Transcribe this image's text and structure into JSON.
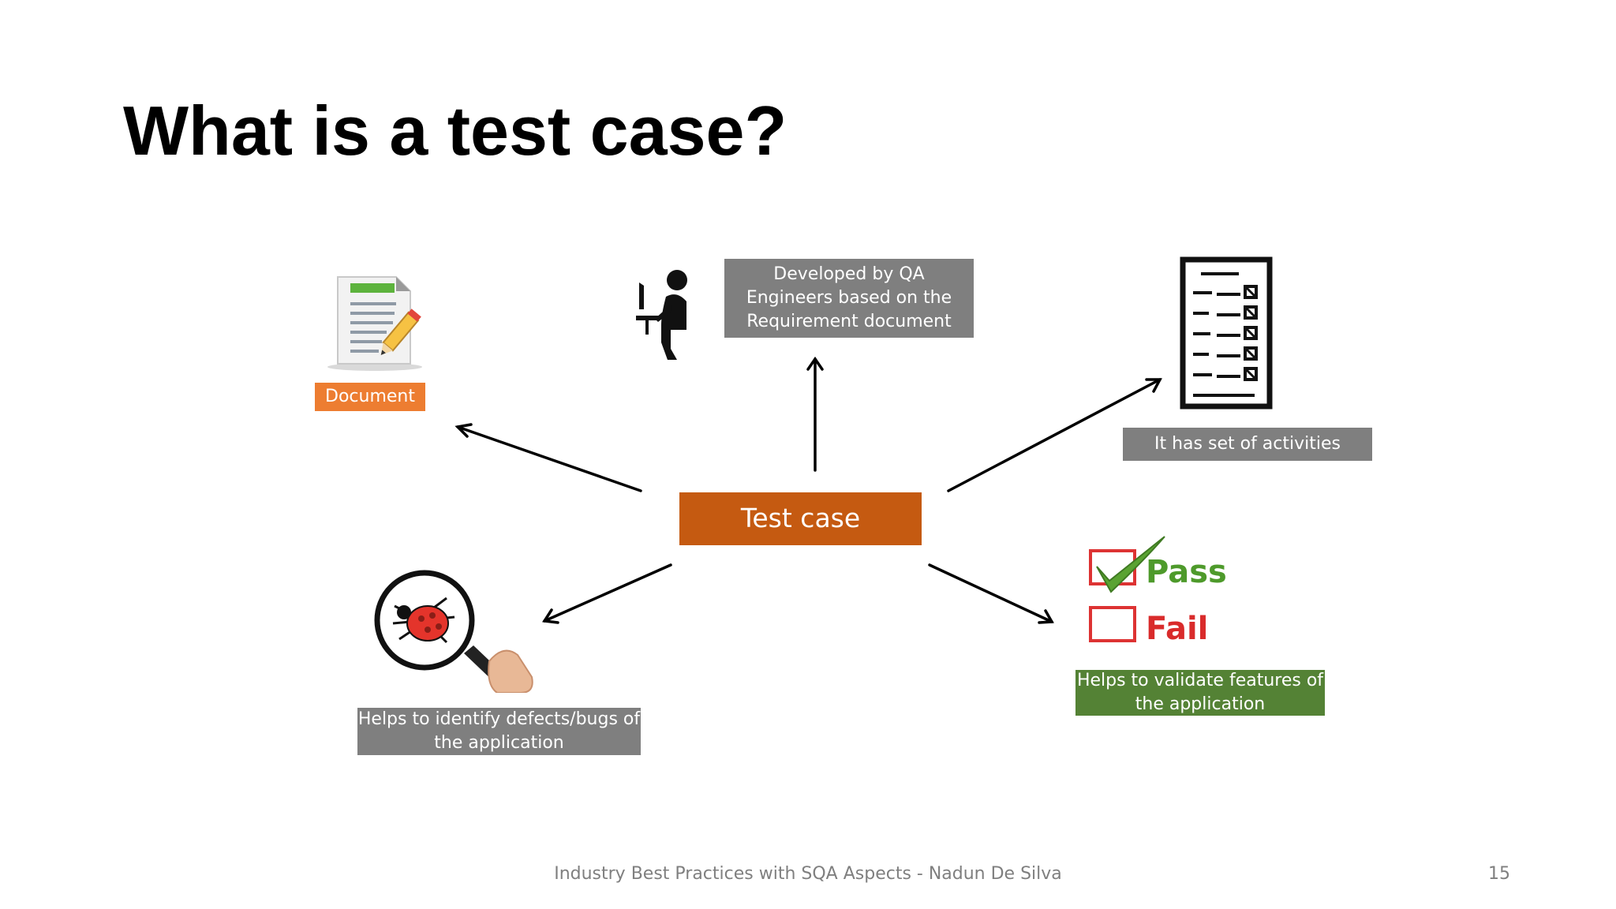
{
  "slide": {
    "title": "What is a test case?",
    "center": "Test case",
    "document_label": "Document",
    "qa_label": "Developed by QA Engineers  based on the Requirement document",
    "activities_label": "It has set of activities",
    "validate_label": "Helps to validate features of the application",
    "defects_label": "Helps to identify defects/bugs of the application",
    "pass_text": "Pass",
    "fail_text": "Fail",
    "footer": "Industry Best Practices with SQA Aspects - Nadun De Silva",
    "page_number": "15"
  },
  "icons": [
    "document-icon",
    "person-at-computer-icon",
    "checklist-icon",
    "pass-fail-checkbox-icon",
    "magnifier-bug-icon"
  ],
  "colors": {
    "center": "#c55a11",
    "document": "#ed7d31",
    "gray": "#7f7f7f",
    "green": "#548235",
    "pass": "#4e9a2b",
    "fail": "#d92b2b"
  }
}
